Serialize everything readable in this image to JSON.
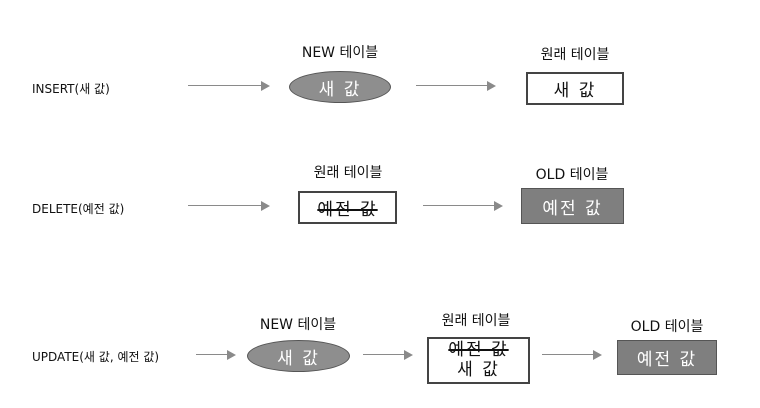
{
  "rows": {
    "insert": {
      "operation": "INSERT(새 값)",
      "new_table_label": "NEW 테이블",
      "new_table_value": "새 값",
      "original_table_label": "원래 테이블",
      "original_table_value": "새 값"
    },
    "delete": {
      "operation": "DELETE(예전 값)",
      "original_table_label": "원래 테이블",
      "original_table_value": "예전 값",
      "old_table_label": "OLD 테이블",
      "old_table_value": "예전 값"
    },
    "update": {
      "operation": "UPDATE(새 값, 예전 값)",
      "new_table_label": "NEW 테이블",
      "new_table_value": "새 값",
      "original_table_label": "원래 테이블",
      "original_table_old_value": "예전 값",
      "original_table_new_value": "새 값",
      "old_table_label": "OLD 테이블",
      "old_table_value": "예전 값"
    }
  },
  "colors": {
    "oval_fill": "#8e8e8e",
    "old_box_fill": "#7f7f7f",
    "arrow": "#8a8a8a",
    "box_border": "#444444"
  }
}
